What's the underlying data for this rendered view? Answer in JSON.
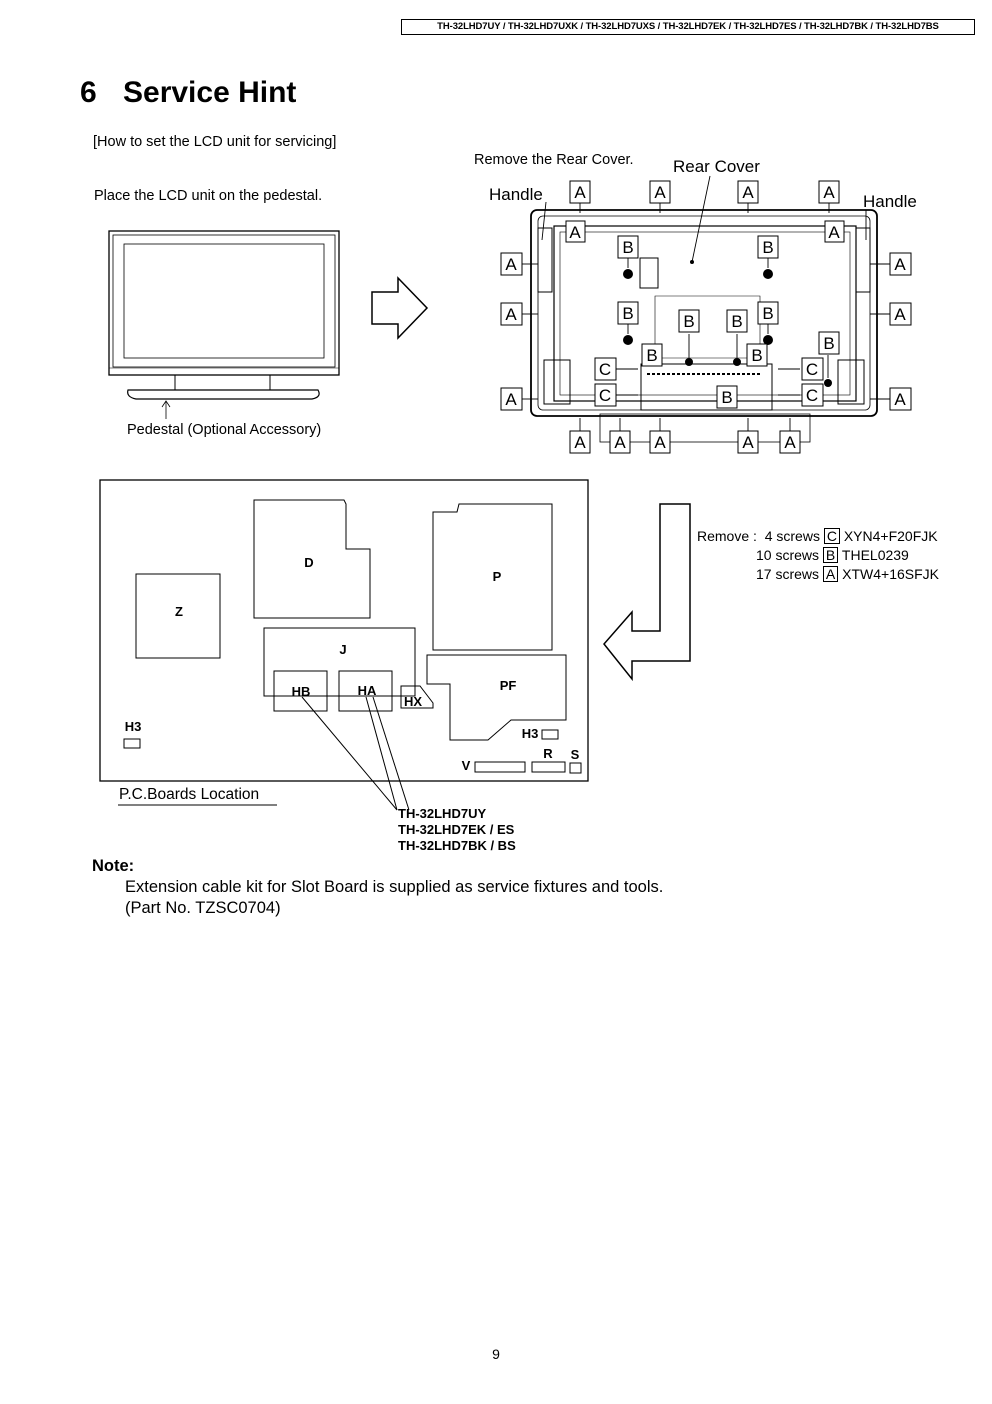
{
  "header": {
    "models": "TH-32LHD7UY  / TH-32LHD7UXK  / TH-32LHD7UXS  / TH-32LHD7EK  / TH-32LHD7ES  / TH-32LHD7BK  / TH-32LHD7BS"
  },
  "section": {
    "number": "6",
    "title": "Service Hint"
  },
  "instructions": {
    "how_to": "[How to set the LCD unit for servicing]",
    "place": "Place the LCD unit on the pedestal.",
    "pedestal": "Pedestal (Optional Accessory)",
    "remove_rear": "Remove the Rear Cover."
  },
  "rear_view": {
    "rear_cover": "Rear Cover",
    "handle": "Handle",
    "screw_a": "A",
    "screw_b": "B",
    "screw_c": "C"
  },
  "remove": {
    "prefix": "Remove :",
    "lines": [
      {
        "qty": "4 screws",
        "letter": "C",
        "part": "XYN4+F20FJK"
      },
      {
        "qty": "10 screws",
        "letter": "B",
        "part": "THEL0239"
      },
      {
        "qty": "17 screws",
        "letter": "A",
        "part": "XTW4+16SFJK"
      }
    ]
  },
  "boards": {
    "caption": "P.C.Boards Location",
    "d": "D",
    "p": "P",
    "z": "Z",
    "j": "J",
    "hb": "HB",
    "ha": "HA",
    "hx": "HX",
    "pf": "PF",
    "h3": "H3",
    "v": "V",
    "r": "R",
    "s": "S"
  },
  "models_list": [
    "TH-32LHD7UY",
    "TH-32LHD7EK / ES",
    "TH-32LHD7BK / BS"
  ],
  "note": {
    "title": "Note:",
    "line1": "Extension cable kit for Slot Board is supplied as service fixtures and tools.",
    "line2": "(Part No. TZSC0704)"
  },
  "page_number": "9"
}
